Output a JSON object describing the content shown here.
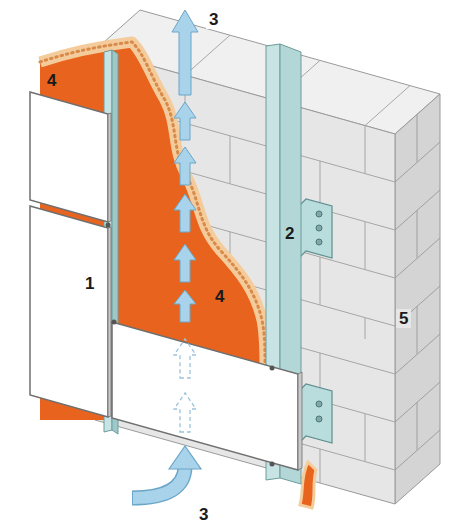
{
  "diagram": {
    "labels": [
      "3",
      "4",
      "1",
      "4",
      "2",
      "5",
      "3"
    ]
  }
}
